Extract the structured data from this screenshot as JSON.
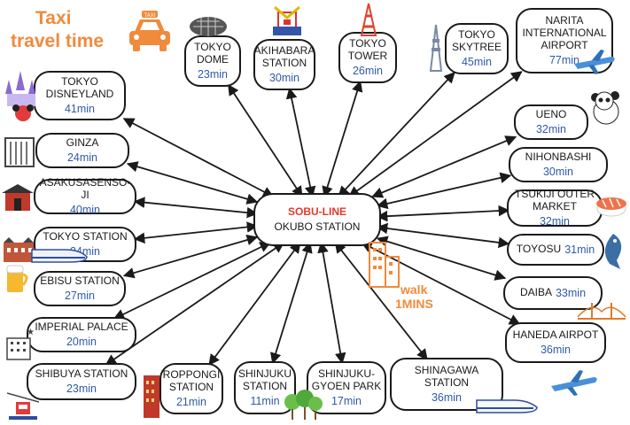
{
  "title": {
    "line1": "Taxi",
    "line2": "travel time"
  },
  "taxi_sign": "TAXI",
  "center": {
    "line": "SOBU-LINE",
    "station": "OKUBO STATION"
  },
  "walk": {
    "label": "walk",
    "time": "1MINS"
  },
  "destinations": [
    {
      "id": "tokyo-dome",
      "name": "TOKYO\nDOME",
      "time": "23min"
    },
    {
      "id": "akihabara",
      "name": "AKIHABARA\nSTATION",
      "time": "30min"
    },
    {
      "id": "tokyo-tower",
      "name": "TOKYO\nTOWER",
      "time": "26min"
    },
    {
      "id": "tokyo-skytree",
      "name": "TOKYO\nSKYTREE",
      "time": "45min"
    },
    {
      "id": "narita",
      "name": "NARITA\nINTERNATIONAL\nAIRPORT",
      "time": "77min"
    },
    {
      "id": "tokyo-disneyland",
      "name": "TOKYO\nDISNEYLAND",
      "time": "41min"
    },
    {
      "id": "ginza",
      "name": "GINZA",
      "time": "24min"
    },
    {
      "id": "asakusa",
      "name": "ASAKUSASENSO-JI",
      "time": "40min"
    },
    {
      "id": "tokyo-station",
      "name": "TOKYO STATION",
      "time": "24min"
    },
    {
      "id": "ebisu",
      "name": "EBISU STATION",
      "time": "27min"
    },
    {
      "id": "imperial-palace",
      "name": "IMPERIAL PALACE",
      "time": "20min"
    },
    {
      "id": "shibuya",
      "name": "SHIBUYA STATION",
      "time": "23min"
    },
    {
      "id": "roppongi",
      "name": "ROPPONGI\nSTATION",
      "time": "21min"
    },
    {
      "id": "shinjuku",
      "name": "SHINJUKU\nSTATION",
      "time": "11min"
    },
    {
      "id": "shinjuku-gyoen",
      "name": "SHINJUKU-\nGYOEN PARK",
      "time": "17min"
    },
    {
      "id": "shinagawa",
      "name": "SHINAGAWA\nSTATION",
      "time": "36min"
    },
    {
      "id": "ueno",
      "name": "UENO",
      "time": "32min"
    },
    {
      "id": "nihonbashi",
      "name": "NIHONBASHI",
      "time": "30min"
    },
    {
      "id": "tsukiji",
      "name": "TSUKIJI OUTER\nMARKET",
      "time": "32min"
    },
    {
      "id": "toyosu",
      "name": "TOYOSU",
      "time": "31min"
    },
    {
      "id": "daiba",
      "name": "DAIBA",
      "time": "33min"
    },
    {
      "id": "haneda",
      "name": "HANEDA AIRPOT",
      "time": "36min"
    }
  ],
  "colors": {
    "accent": "#f08a3c",
    "line_name": "#e03a2a",
    "time": "#2f5aa8",
    "border": "#1a1a1a"
  },
  "icons": [
    "taxi-icon",
    "stadium-icon",
    "gundam-icon",
    "tokyo-tower-icon",
    "skytree-icon",
    "airplane-icon",
    "castle-icon",
    "building-icon",
    "temple-icon",
    "train-icon",
    "beer-icon",
    "palace-icon",
    "ropeway-icon",
    "tower-building-icon",
    "trees-icon",
    "panda-icon",
    "sushi-icon",
    "fish-icon",
    "bridge-icon"
  ]
}
